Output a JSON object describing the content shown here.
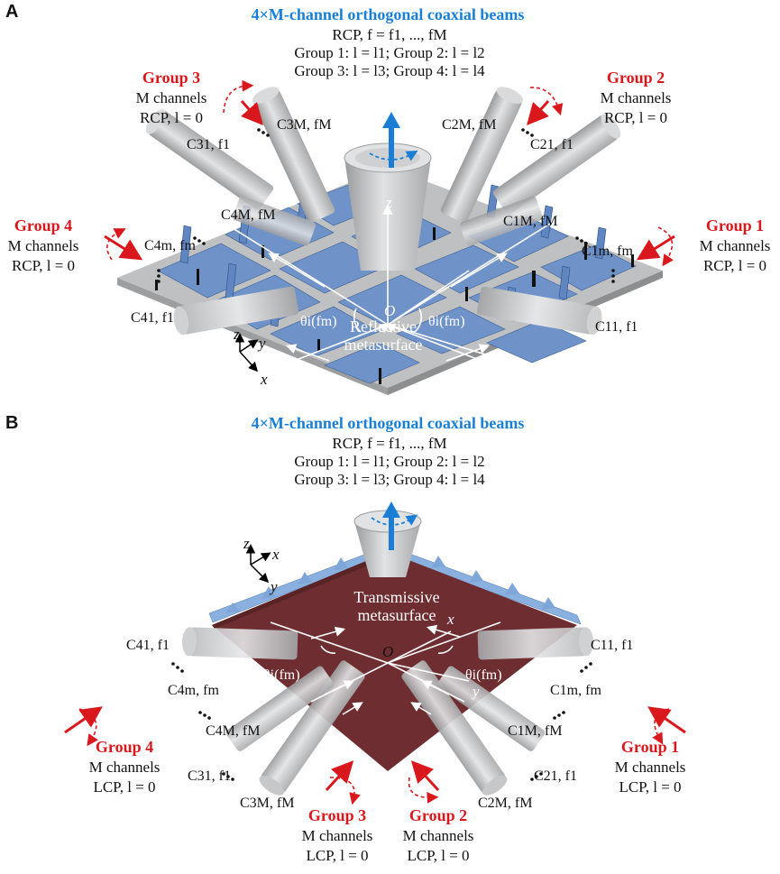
{
  "panelA": {
    "letter": "A",
    "title": "4×M-channel orthogonal coaxial beams",
    "line1": "RCP, f = f1, ..., fM",
    "line2": "Group 1: l = l1; Group 2: l = l2",
    "line3": "Group 3: l = l3; Group 4: l = l4",
    "surface_label": [
      "Reflective",
      "metasurface"
    ],
    "origin": "O",
    "axis_z": "z",
    "axis_y": "y",
    "axis_x": "x",
    "angle_left": "θi(fm)",
    "angle_right": "θi(fm)",
    "groups": [
      {
        "name": "Group 1",
        "channels": "M channels",
        "pol": "RCP, l = 0"
      },
      {
        "name": "Group 2",
        "channels": "M channels",
        "pol": "RCP, l = 0"
      },
      {
        "name": "Group 3",
        "channels": "M channels",
        "pol": "RCP, l = 0"
      },
      {
        "name": "Group 4",
        "channels": "M channels",
        "pol": "RCP, l = 0"
      }
    ],
    "channel_labels": {
      "c31": "C31, f1",
      "c3M": "C3M, fM",
      "c2M": "C2M, fM",
      "c21": "C21, f1",
      "c4M": "C4M, fM",
      "c1M": "C1M, fM",
      "c4m": "C4m, fm",
      "c1m": "C1m, fm",
      "c41": "C41, f1",
      "c11": "C11, f1"
    }
  },
  "panelB": {
    "letter": "B",
    "title": "4×M-channel orthogonal coaxial beams",
    "line1": "RCP, f = f1, ..., fM",
    "line2": "Group 1: l = l1; Group 2: l = l2",
    "line3": "Group 3: l = l3; Group 4: l = l4",
    "surface_label": [
      "Transmissive",
      "metasurface"
    ],
    "origin": "O",
    "axis_z": "z",
    "axis_y": "y",
    "axis_x": "x",
    "angle_left": "θi(fm)",
    "angle_right": "θi(fm)",
    "groups": [
      {
        "name": "Group 1",
        "channels": "M channels",
        "pol": "LCP, l = 0"
      },
      {
        "name": "Group 2",
        "channels": "M channels",
        "pol": "LCP, l = 0"
      },
      {
        "name": "Group 3",
        "channels": "M channels",
        "pol": "LCP, l = 0"
      },
      {
        "name": "Group 4",
        "channels": "M channels",
        "pol": "LCP, l = 0"
      }
    ],
    "channel_labels": {
      "c41": "C41, f1",
      "c11": "C11, f1",
      "c4m": "C4m, fm",
      "c1m": "C1m, fm",
      "c4M": "C4M, fM",
      "c1M": "C1M, fM",
      "c31": "C31, f1",
      "c21": "C21, f1",
      "c3M": "C3M, fM",
      "c2M": "C2M, fM"
    }
  },
  "colors": {
    "title_blue": "#1a7fd4",
    "group_red": "#d8181c",
    "tile_blue": "#6f93c8",
    "surface_maroon": "#6e2e31",
    "beam_gray": "#c8c9cb"
  }
}
